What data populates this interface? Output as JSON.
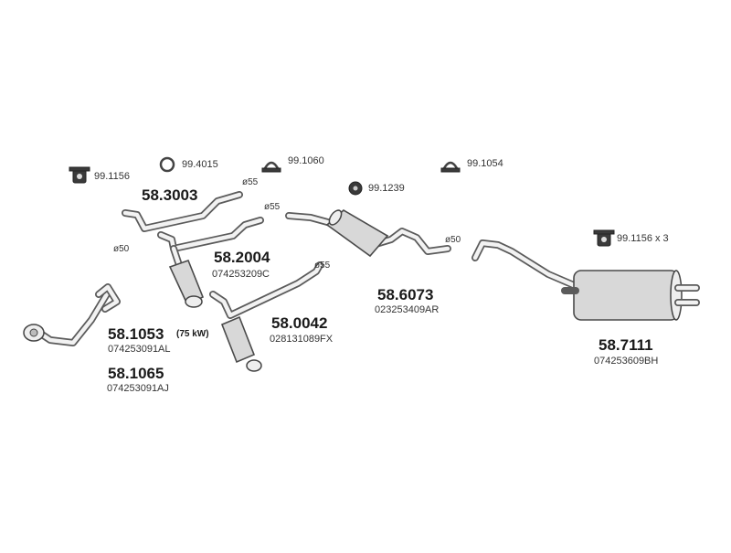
{
  "accessories": [
    {
      "code": "99.1156"
    },
    {
      "code": "99.4015"
    },
    {
      "code": "99.1060"
    },
    {
      "code": "99.1054"
    },
    {
      "code": "99.1239"
    },
    {
      "code": "99.1156 x 3"
    }
  ],
  "parts": [
    {
      "number": "58.3003",
      "oem": ""
    },
    {
      "number": "58.2004",
      "oem": "074253209C"
    },
    {
      "number": "58.6073",
      "oem": "023253409AR"
    },
    {
      "number": "58.0042",
      "oem": "028131089FX"
    },
    {
      "number": "58.1053",
      "suffix": "(75 kW)",
      "oem": "074253091AL"
    },
    {
      "number": "58.1065",
      "oem": "074253091AJ"
    },
    {
      "number": "58.7111",
      "oem": "074253609BH"
    }
  ],
  "diameters": [
    "ø55",
    "ø50",
    "ø55",
    "ø55",
    "ø50"
  ]
}
